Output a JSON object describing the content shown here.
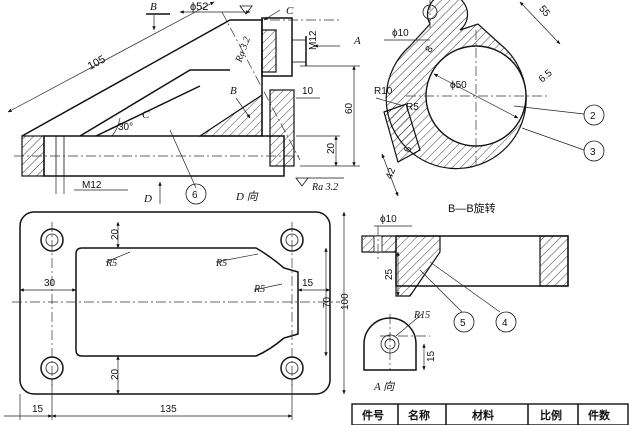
{
  "views": {
    "main_side": {
      "dims": {
        "d105": "105",
        "phi52": "ϕ52",
        "m12_top": "M12",
        "ra32_top": "Ra 3.2",
        "d10_right": "10",
        "d60": "60",
        "d20": "20",
        "m12_bottom": "M12",
        "ra32_bottom": "Ra 3.2",
        "angle30": "30°"
      },
      "section_letters": {
        "b_top": "B",
        "c_top": "C",
        "a_arrow": "A",
        "b_mid": "B",
        "c_mid": "C",
        "d_bottom": "D"
      },
      "view_label": "D 向",
      "balloon_6": "6"
    },
    "section_bb": {
      "dims": {
        "phi10": "ϕ10",
        "d8": "8",
        "d55": "55",
        "r10": "R10",
        "r5": "R5",
        "phi50": "ϕ50",
        "d6_5": "6.5",
        "d6": "6",
        "d42": "42"
      },
      "balloons": [
        "2",
        "3"
      ],
      "title": "B—B旋转"
    },
    "plan": {
      "dims": {
        "d20_top": "20",
        "r5_a": "R5",
        "r5_b": "R5",
        "r5_c": "R5",
        "d30": "30",
        "d15_right": "15",
        "d70": "70",
        "d100": "100",
        "d20_bottom": "20",
        "d15_left": "15",
        "d135": "135"
      }
    },
    "a_view": {
      "dims": {
        "phi10": "ϕ10",
        "d25": "25",
        "r15": "R15",
        "d15": "15"
      },
      "balloons": [
        "5",
        "4"
      ],
      "view_label": "A 向"
    }
  },
  "title_block": {
    "headers": [
      "件号",
      "名称",
      "材料",
      "比例",
      "件数"
    ]
  }
}
